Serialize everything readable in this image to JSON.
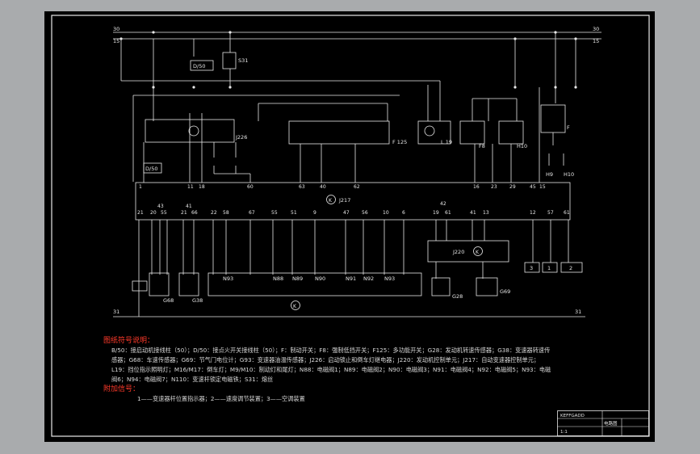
{
  "diagram": {
    "rail_labels": [
      "30",
      "15",
      "30",
      "15",
      "31",
      "31"
    ],
    "fuse_label": "S31",
    "terminal_label": "D/50",
    "terminal_label_2": "D/50",
    "ecu_label": "J217",
    "ecu_symbol": "K",
    "sub_ecu_label": "J220",
    "sub_ecu_symbol": "K",
    "relay_label": "J226",
    "multifunction_switch_label": "F 125",
    "lamp_label": "L 19",
    "f8_label": "F8",
    "h10_label": "H10",
    "f_label": "F",
    "h9_label": "H9",
    "h10b_label": "H10",
    "g68_label": "G68",
    "g38_label": "G38",
    "g28_label": "G28",
    "g69_label": "G69",
    "n93_label": "N93",
    "valve_labels": [
      "N88",
      "N89",
      "N90",
      "N91",
      "N92",
      "N93"
    ],
    "valve_block_symbol": "K",
    "bottom_boxes": [
      "3",
      "1",
      "2"
    ],
    "top_pins": [
      "1",
      "11",
      "18",
      "60",
      "63",
      "40",
      "62",
      "16",
      "23",
      "29",
      "45",
      "15"
    ],
    "bottom_pins": [
      "21",
      "20",
      "55",
      "21",
      "66",
      "22",
      "58",
      "67",
      "55",
      "51",
      "9",
      "47",
      "56",
      "10",
      "6",
      "19",
      "61",
      "41",
      "13",
      "12",
      "57",
      "61"
    ],
    "sub_pins": [
      "43",
      "41",
      "42"
    ]
  },
  "legend": {
    "symbols_heading": "图纸符号说明：",
    "symbols_text": "B/50：接启动机接线柱（50）；D/50：接点火开关接线柱（50）；F：制动开关；F8：强制低挡开关；F125：多功能开关；G28：发动机转速传感器；G38：变速器转速传感器；G68：车速传感器；G69：节气门电位计；G93：变速器油温传感器；J226：启动锁止和倒车灯继电器；J220：发动机控制单元；J217：自动变速器控制单元；L19：挡位指示照明灯；M16/M17：倒车灯；M9/M10：制动灯和尾灯；N88：电磁阀1；N89：电磁阀2；N90：电磁阀3；N91：电磁阀4；N92：电磁阀5；N93：电磁阀6；N94：电磁阀7；N110：变速杆锁定电磁铁；S31：熔丝",
    "extra_heading": "附加信号：",
    "extra_text": "1——变速器杆位置指示器；2——速度调节装置；3——空调装置"
  },
  "title_block": {
    "line1": "KEFFGADD",
    "line2": "电路图",
    "line3": "1:1"
  }
}
